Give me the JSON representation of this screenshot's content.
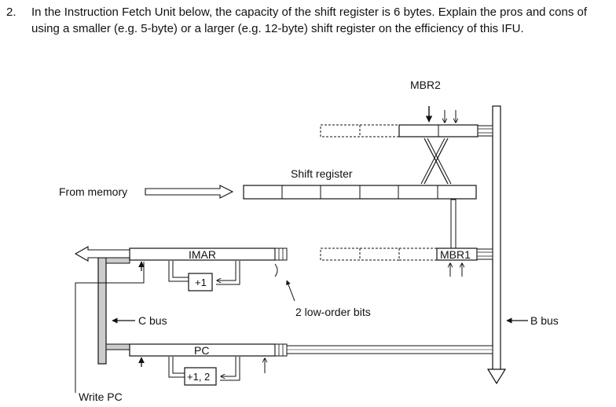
{
  "question": {
    "number": "2.",
    "text": "In the Instruction Fetch Unit below, the capacity of the shift register is 6 bytes. Explain the pros and cons of using a smaller (e.g. 5-byte) or a larger (e.g. 12-byte) shift register on the efficiency of this IFU."
  },
  "diagram": {
    "mbr2": "MBR2",
    "shift_register": "Shift register",
    "from_memory": "From memory",
    "imar": "IMAR",
    "plus_one": "+1",
    "mbr1": "MBR1",
    "low_order_bits": "2 low-order bits",
    "c_bus": "C bus",
    "b_bus": "B bus",
    "pc": "PC",
    "plus_one_two": "+1, 2",
    "write_pc": "Write PC"
  }
}
